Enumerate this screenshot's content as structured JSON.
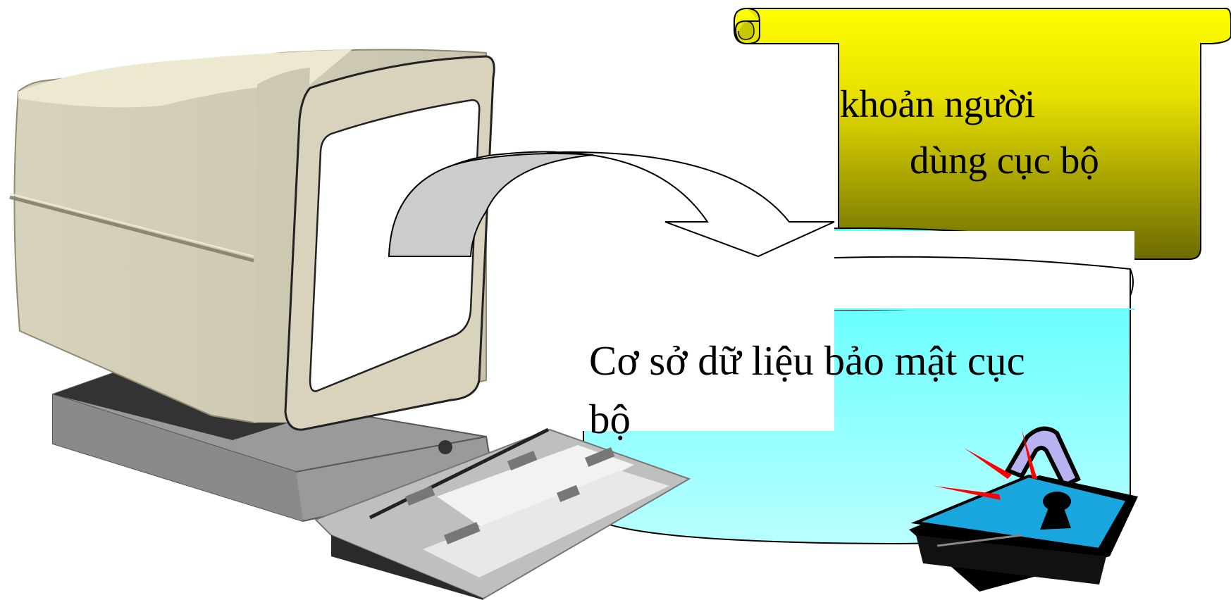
{
  "scroll": {
    "line1": "khoản người",
    "line2": "dùng cục bộ",
    "color_top": "#ffff00",
    "color_bottom": "#6b6b00"
  },
  "database": {
    "line1": "Cơ sở dữ liệu bảo mật cục",
    "line2": "bộ",
    "color_top": "#66ffff",
    "color_bottom": "#b4ffff"
  },
  "icons": {
    "computer": "computer-icon",
    "arrow": "curved-arrow-icon",
    "lock": "padlock-alarm-icon"
  }
}
